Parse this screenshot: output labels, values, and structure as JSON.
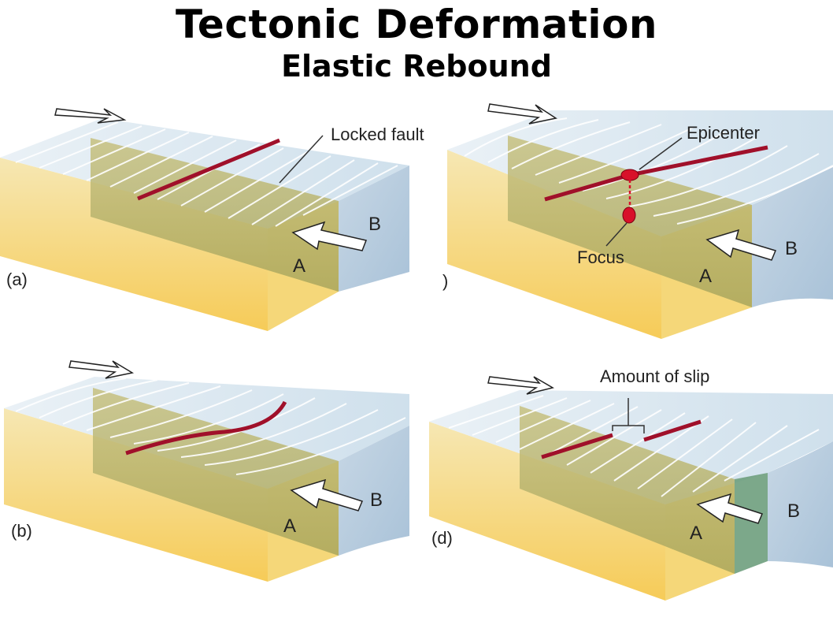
{
  "title": "Tectonic Deformation",
  "subtitle": "Elastic Rebound",
  "colors": {
    "crust_a": "#e9c76a",
    "crust_a_dark": "#f5c43a",
    "crust_b": "#c9d9e6",
    "crust_b_side": "#b3c9dc",
    "top_surface": "#dce9f2",
    "fault_face": "#b9b46a",
    "fault_line": "#a0102a",
    "slip_face": "#6e9e7d",
    "arrow": "#ffffff"
  },
  "panels": {
    "a": {
      "label": "(a)",
      "block_a": "A",
      "block_b": "B",
      "callout": "Locked fault"
    },
    "b": {
      "label": "(b)",
      "block_a": "A",
      "block_b": "B"
    },
    "c": {
      "label": ")",
      "block_a": "A",
      "block_b": "B",
      "callout_epicenter": "Epicenter",
      "callout_focus": "Focus"
    },
    "d": {
      "label": "(d)",
      "block_a": "A",
      "block_b": "B",
      "callout": "Amount of slip"
    }
  }
}
